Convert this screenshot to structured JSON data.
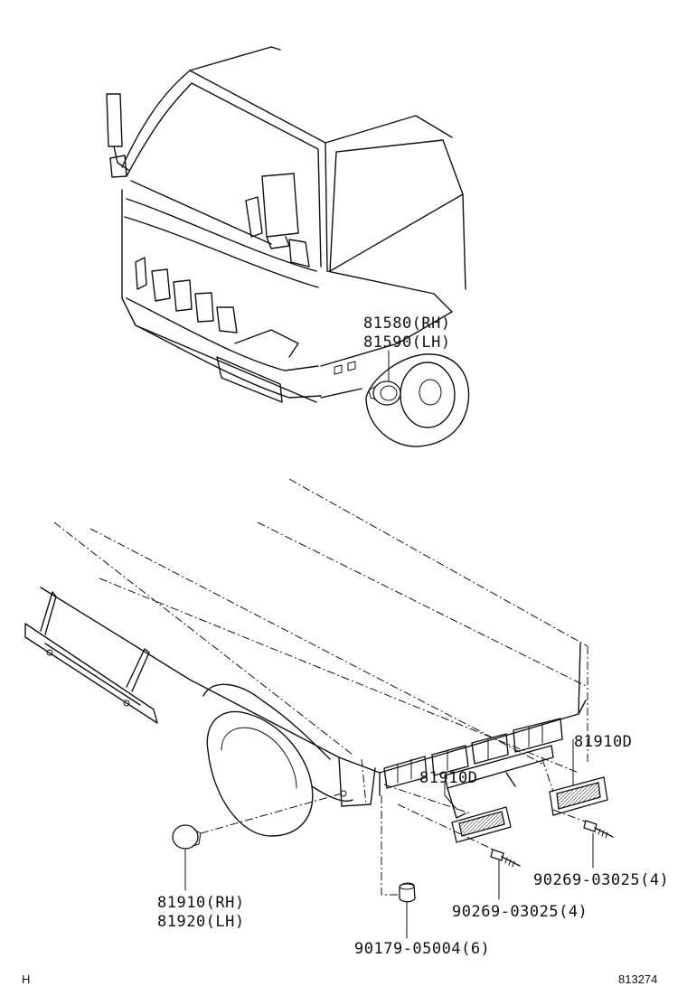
{
  "callouts": {
    "upper_lamp": {
      "line1": "81580(RH)",
      "line2": "81590(LH)"
    },
    "side_reflector": {
      "line1": "81910(RH)",
      "line2": "81920(LH)"
    },
    "rear_reflector_right": "81910D",
    "rear_reflector_center": "81910D",
    "screw_right": "90269-03025(4)",
    "screw_center": "90269-03025(4)",
    "grommet": "90179-05004(6)"
  },
  "footer": {
    "left_code": "H",
    "right_code": "813274"
  }
}
